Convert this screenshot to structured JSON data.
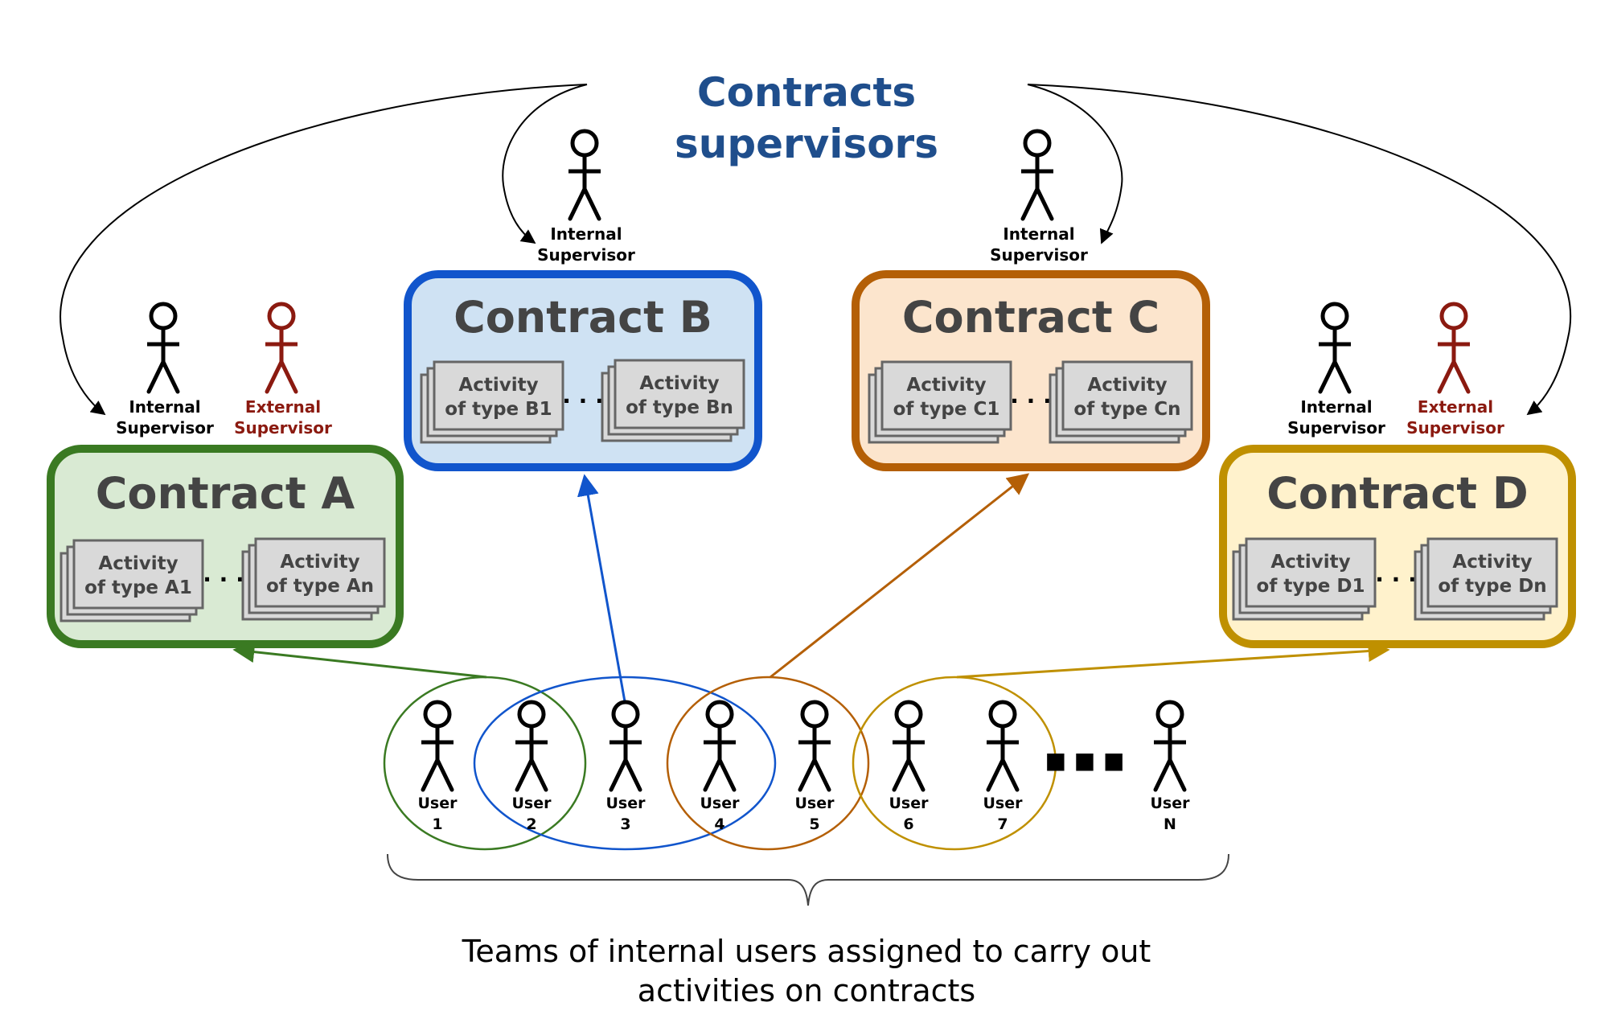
{
  "title": {
    "line1": "Contracts",
    "line2": "supervisors"
  },
  "labels": {
    "internal_line1": "Internal",
    "supervisor": "Supervisor",
    "external_line1": "External",
    "activity_word": "Activity",
    "inner_dots": "· · ·",
    "user_dots": "■  ■  ■"
  },
  "contracts": {
    "a": {
      "title": "Contract A",
      "act1": "of type A1",
      "act2": "of type An"
    },
    "b": {
      "title": "Contract B",
      "act1": "of type B1",
      "act2": "of type Bn"
    },
    "c": {
      "title": "Contract C",
      "act1": "of type C1",
      "act2": "of type Cn"
    },
    "d": {
      "title": "Contract D",
      "act1": "of type D1",
      "act2": "of type Dn"
    }
  },
  "users": [
    {
      "word": "User",
      "num": "1"
    },
    {
      "word": "User",
      "num": "2"
    },
    {
      "word": "User",
      "num": "3"
    },
    {
      "word": "User",
      "num": "4"
    },
    {
      "word": "User",
      "num": "5"
    },
    {
      "word": "User",
      "num": "6"
    },
    {
      "word": "User",
      "num": "7"
    },
    {
      "word": "User",
      "num": "N"
    }
  ],
  "caption": {
    "line1": "Teams of internal users assigned to carry out",
    "line2": "activities on contracts"
  },
  "colors": {
    "title": "#1f4e8c",
    "contract_a_border": "#3a7a22",
    "contract_a_fill": "#d9ead3",
    "contract_b_border": "#1155cc",
    "contract_b_fill": "#cfe2f3",
    "contract_c_border": "#b45f06",
    "contract_c_fill": "#fce5cd",
    "contract_d_border": "#bf9000",
    "contract_d_fill": "#fff2cc",
    "external_supervisor": "#8b1a10",
    "activity_fill": "#d9d9d9",
    "activity_border": "#666666"
  }
}
